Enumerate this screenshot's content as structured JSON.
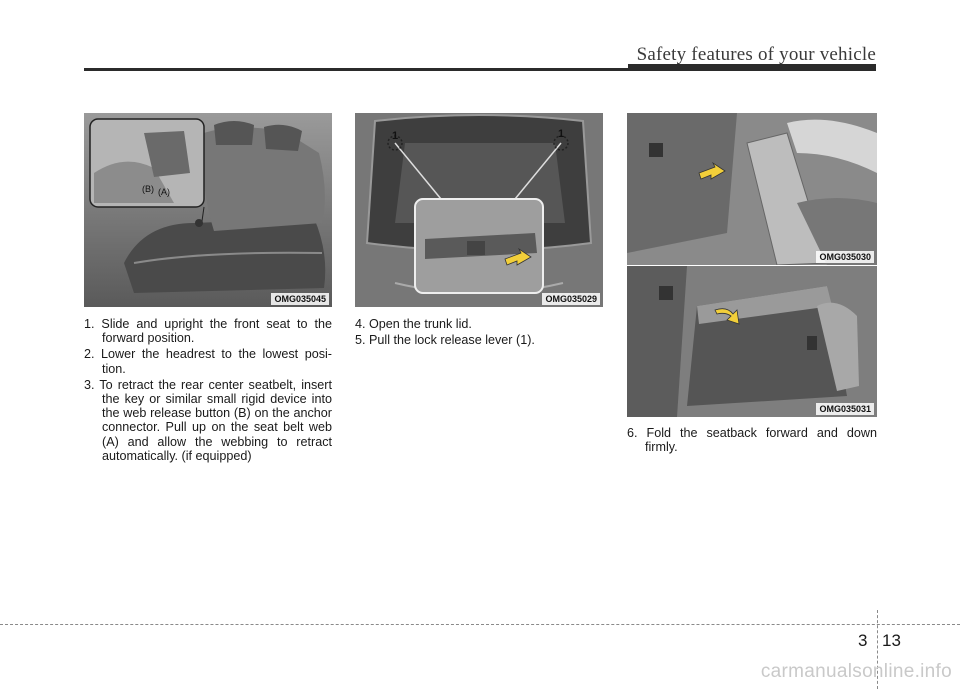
{
  "header": {
    "title": "Safety features of your vehicle"
  },
  "figures": [
    {
      "code": "OMG035045",
      "labels": [
        "(B)",
        "(A)"
      ]
    },
    {
      "code": "OMG035029",
      "labels": [
        "1",
        "1"
      ]
    },
    {
      "code": "OMG035030"
    },
    {
      "code": "OMG035031"
    }
  ],
  "steps_left": [
    "1. Slide and upright the front seat to the forward position.",
    "2. Lower the headrest to the lowest posi-tion.",
    "3. To retract the rear center seatbelt, insert the key or similar small rigid device into the web release button (B) on the anchor connector. Pull up on the seat belt web (A) and allow the webbing to retract automatically. (if equipped)"
  ],
  "steps_middle": [
    "4. Open the trunk lid.",
    "5. Pull the lock release lever (1)."
  ],
  "steps_right": [
    "6. Fold the seatback forward and down firmly."
  ],
  "footer": {
    "chapter": "3",
    "page": "13",
    "watermark": "carmanualsonline.info"
  },
  "colors": {
    "arrow": "#f2cf3a",
    "rule": "#2b2b2b"
  }
}
